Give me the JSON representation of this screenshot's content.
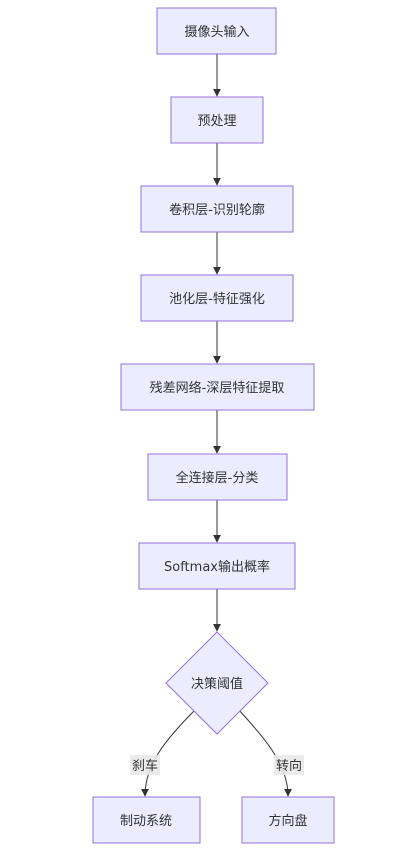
{
  "diagram": {
    "nodes": {
      "camera_input": "摄像头输入",
      "preprocess": "预处理",
      "conv_layer": "卷积层-识别轮廓",
      "pool_layer": "池化层-特征强化",
      "residual_net": "残差网络-深层特征提取",
      "fc_layer": "全连接层-分类",
      "softmax": "Softmax输出概率",
      "decision": "决策阈值",
      "brake_system": "制动系统",
      "steering_wheel": "方向盘"
    },
    "edge_labels": {
      "brake": "刹车",
      "steer": "转向"
    },
    "colors": {
      "node_fill": "#ececff",
      "node_stroke": "#9370db",
      "edge": "#333333",
      "label_bg": "#e8e8e8"
    }
  }
}
